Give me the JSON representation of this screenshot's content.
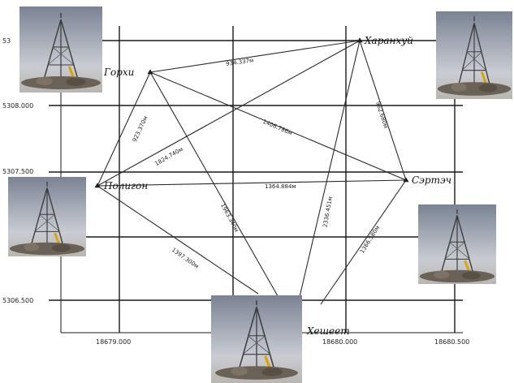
{
  "axes": {
    "y_labels": [
      "53",
      "5308.000",
      "5307.500",
      "5306.500"
    ],
    "x_labels": [
      "18679.000",
      "18680.000",
      "18680.500"
    ]
  },
  "stations": {
    "gorkhi": "Горхи",
    "kharankhui": "Харанхуй",
    "poligon": "Полигон",
    "sertseg": "Сэртэч",
    "kheshee": "Хешеет"
  },
  "distances": {
    "gorkhi_kharankhui": "934.337м",
    "gorkhi_poligon": "923.370м",
    "poligon_kharankhui": "1824.740м",
    "gorkhi_sertseg": "1406.786м",
    "kharankhui_sertseg": "962.680м",
    "poligon_sertseg": "1364.884м",
    "gorkhi_kheshee": "1963.340м",
    "kharankhui_kheshee": "2336.451м",
    "sertseg_kheshee": "1366.580м",
    "poligon_kheshee": "1397.300м"
  },
  "photos": [
    "survey-tower-photo",
    "survey-tower-photo",
    "survey-tower-photo",
    "survey-tower-photo",
    "survey-tower-photo"
  ],
  "colors": {
    "sky_top": "#7a8394",
    "sky_bottom": "#c9ccd3",
    "ground": "#6b6257",
    "tower": "#444444",
    "accent": "#d9a400"
  }
}
